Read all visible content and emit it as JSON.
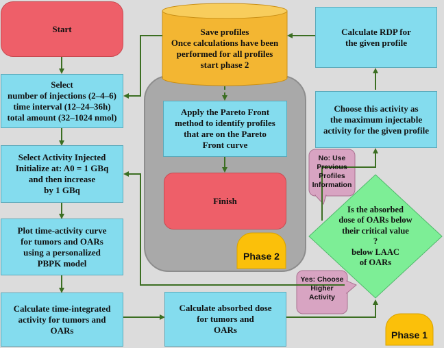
{
  "nodes": {
    "start": "Start",
    "select_params": "Select\nnumber of injections (2–4–6)\ntime interval (12–24–36h)\ntotal amount (32–1024 nmol)",
    "select_activity": "Select Activity Injected\nInitialize at: A0 = 1 GBq\nand then increase\nby 1 GBq",
    "plot_curve": "Plot time-activity curve\nfor tumors and OARs\nusing a personalized\nPBPK model",
    "calc_tia": "Calculate time-integrated\nactivity for tumors and\nOARs",
    "calc_dose": "Calculate absorbed dose\nfor tumors and\nOARs",
    "decision": "Is the absorbed\ndose of OARs below\ntheir critical value\n?\nbelow LAAC\nof OARs",
    "choose_activity": "Choose this activity as\nthe maximum injectable\nactivity for the given profile",
    "calc_rdp": "Calculate RDP for\nthe given profile",
    "save_profiles": "Save profiles\nOnce calculations have been\nperformed for all profiles\nstart phase 2",
    "pareto": "Apply the Pareto Front\nmethod to identify profiles\nthat are on the Pareto\nFront curve",
    "finish": "Finish"
  },
  "callouts": {
    "no": "No:  Use\nPrevious\nProfiles\nInformation",
    "yes": "Yes: Choose\nHigher\nActivity"
  },
  "phases": {
    "phase1": "Phase 1",
    "phase2": "Phase 2"
  },
  "colors": {
    "process_box": "#84dcee",
    "terminal": "#ee5f69",
    "decision": "#7dee96",
    "database": "#f3b632",
    "phase_tab": "#fbc00a",
    "callout": "#d8a4c2",
    "phase2_region": "#a9a9a9",
    "arrow": "#3b6e22"
  }
}
